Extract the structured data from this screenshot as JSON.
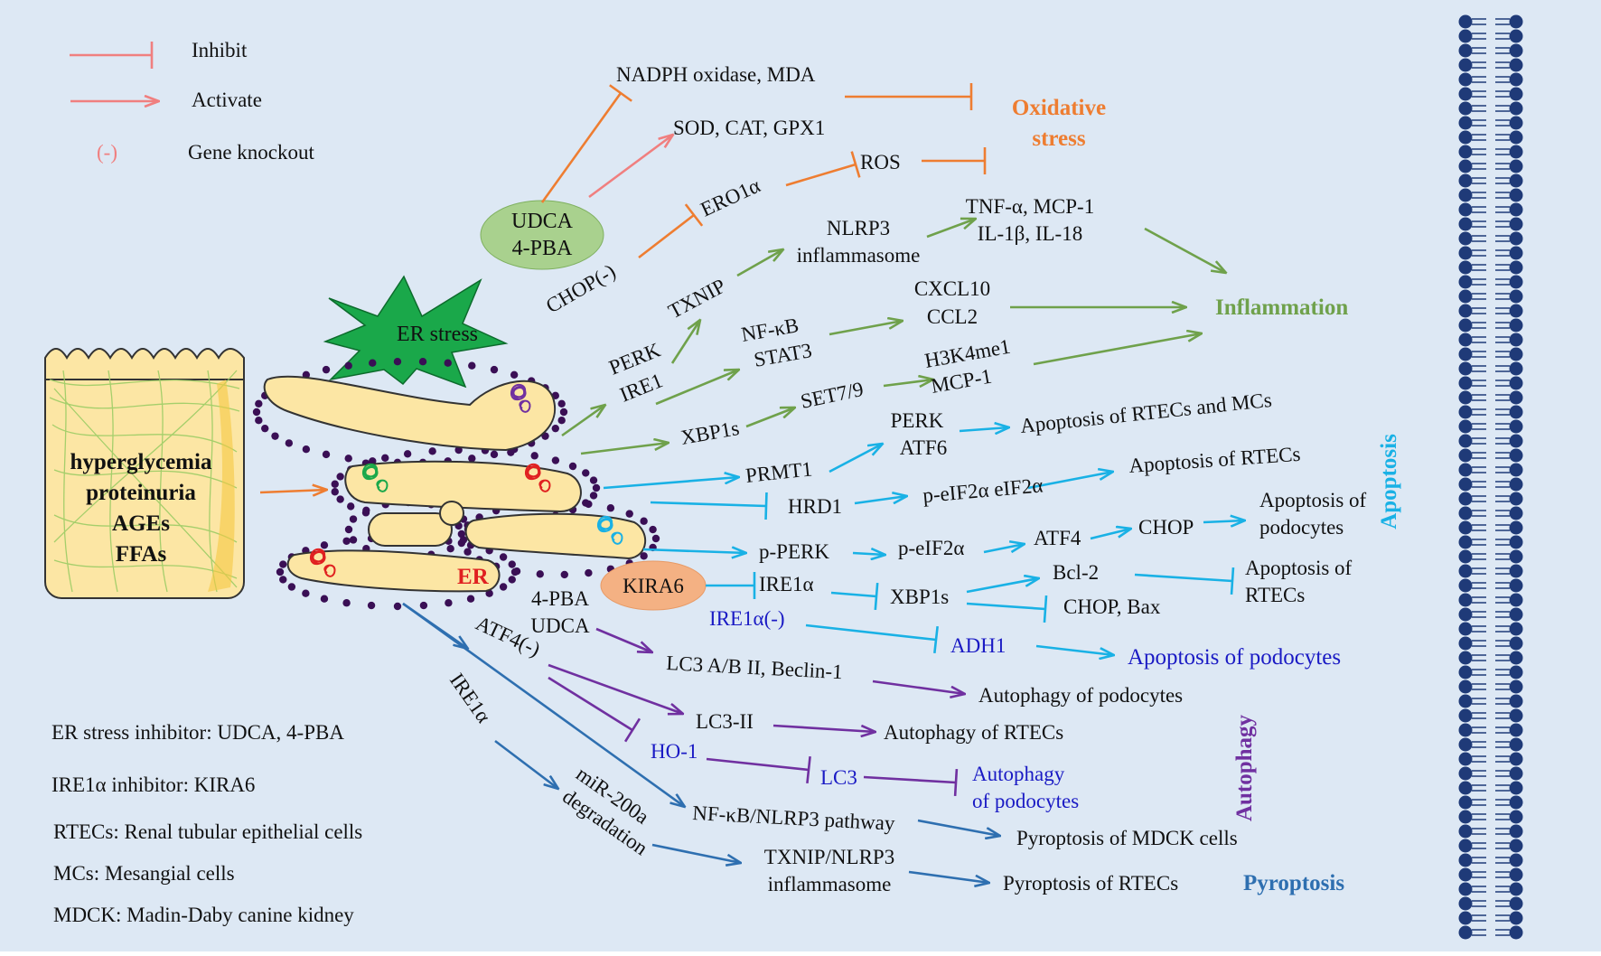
{
  "colors": {
    "background": "#dde8f4",
    "orange": "#ee7d31",
    "pink": "#f07f7f",
    "green": "#6fa14b",
    "cyan": "#19b1e5",
    "purple": "#7030a0",
    "darkBlue": "#2e6fb0",
    "navy": "#1a1ac4",
    "black": "#111111",
    "erFill": "#fce6a4",
    "erDot": "#3a0f55",
    "starFill": "#1aa84a",
    "udcaFill": "#a9d18e",
    "kira6Fill": "#f4b183",
    "membrane": "#1f3a78"
  },
  "legend": {
    "inhibit": "Inhibit",
    "activate": "Activate",
    "knockout_symbol": "(-)",
    "knockout": "Gene knockout"
  },
  "cell": {
    "lines": [
      "hyperglycemia",
      "proteinuria",
      "AGEs",
      "FFAs"
    ]
  },
  "er_stress": "ER stress",
  "er_label": "ER",
  "drugs": {
    "udca_lines": [
      "UDCA",
      "4-PBA"
    ],
    "kira6": "KIRA6"
  },
  "nodes": {
    "nadph": "NADPH oxidase, MDA",
    "sod": "SOD, CAT, GPX1",
    "ros": "ROS",
    "ero1a": "ERO1α",
    "chop_ko": "CHOP(-)",
    "txnip": "TXNIP",
    "nlrp3_lines": [
      "NLRP3",
      "inflammasome"
    ],
    "tnf_lines": [
      "TNF-α, MCP-1",
      "IL-1β,   IL-18"
    ],
    "perk_ire1_lines": [
      "PERK",
      "IRE1"
    ],
    "nfkb_lines": [
      "NF-κB",
      "STAT3"
    ],
    "cxcl_lines": [
      "CXCL10",
      "CCL2"
    ],
    "xbp1s": "XBP1s",
    "set79": "SET7/9",
    "h3k_lines": [
      "H3K4me1",
      "MCP-1"
    ],
    "perk_atf6_lines": [
      "PERK",
      "ATF6"
    ],
    "prmt1": "PRMT1",
    "hrd1": "HRD1",
    "peif2a_eif2a": "p-eIF2α eIF2α",
    "pperk": "p-PERK",
    "peif2a": "p-eIF2α",
    "atf4": "ATF4",
    "chop": "CHOP",
    "ire1a": "IRE1α",
    "xbp1s_2": "XBP1s",
    "bcl2": "Bcl-2",
    "chopbax": "CHOP, Bax",
    "ire1a_ko": "IRE1α(-)",
    "adh1": "ADH1",
    "pba_udca_lines": [
      "4-PBA",
      "UDCA"
    ],
    "atf4_ko": "ATF4(-)",
    "lc3ab": "LC3 A/B II, Beclin-1",
    "lc3ii": "LC3-II",
    "ho1": "HO-1",
    "lc3": "LC3",
    "ire1a_blue": "IRE1α",
    "mir_lines": [
      "miR-200a",
      "degradation"
    ],
    "nfkb_nlrp3": "NF-κB/NLRP3 pathway",
    "txnip_nlrp3_lines": [
      "TXNIP/NLRP3",
      "inflammasome"
    ]
  },
  "outcomes": {
    "oxidative_lines": [
      "Oxidative",
      "stress"
    ],
    "inflammation": "Inflammation",
    "apoptosis": "Apoptosis",
    "autophagy": "Autophagy",
    "pyroptosis": "Pyroptosis",
    "apop_rtecs_mcs": "Apoptosis  of RTECs and MCs",
    "apop_rtecs": "Apoptosis of RTECs",
    "apop_podo_lines": [
      "Apoptosis of",
      "podocytes"
    ],
    "apop_rtecs2_lines": [
      "Apoptosis of",
      "RTECs"
    ],
    "apop_podo_blue": "Apoptosis of podocytes",
    "auto_podo": "Autophagy of podocytes",
    "auto_rtecs": "Autophagy of RTECs",
    "auto_podo2_lines": [
      "Autophagy",
      "of podocytes"
    ],
    "pyro_mdck": "Pyroptosis of  MDCK cells",
    "pyro_rtecs": "Pyroptosis of RTECs"
  },
  "notes": [
    "ER stress inhibitor: UDCA, 4-PBA",
    "IRE1α inhibitor: KIRA6",
    "RTECs: Renal tubular epithelial cells",
    "MCs: Mesangial cells",
    "MDCK: Madin-Daby canine kidney"
  ]
}
